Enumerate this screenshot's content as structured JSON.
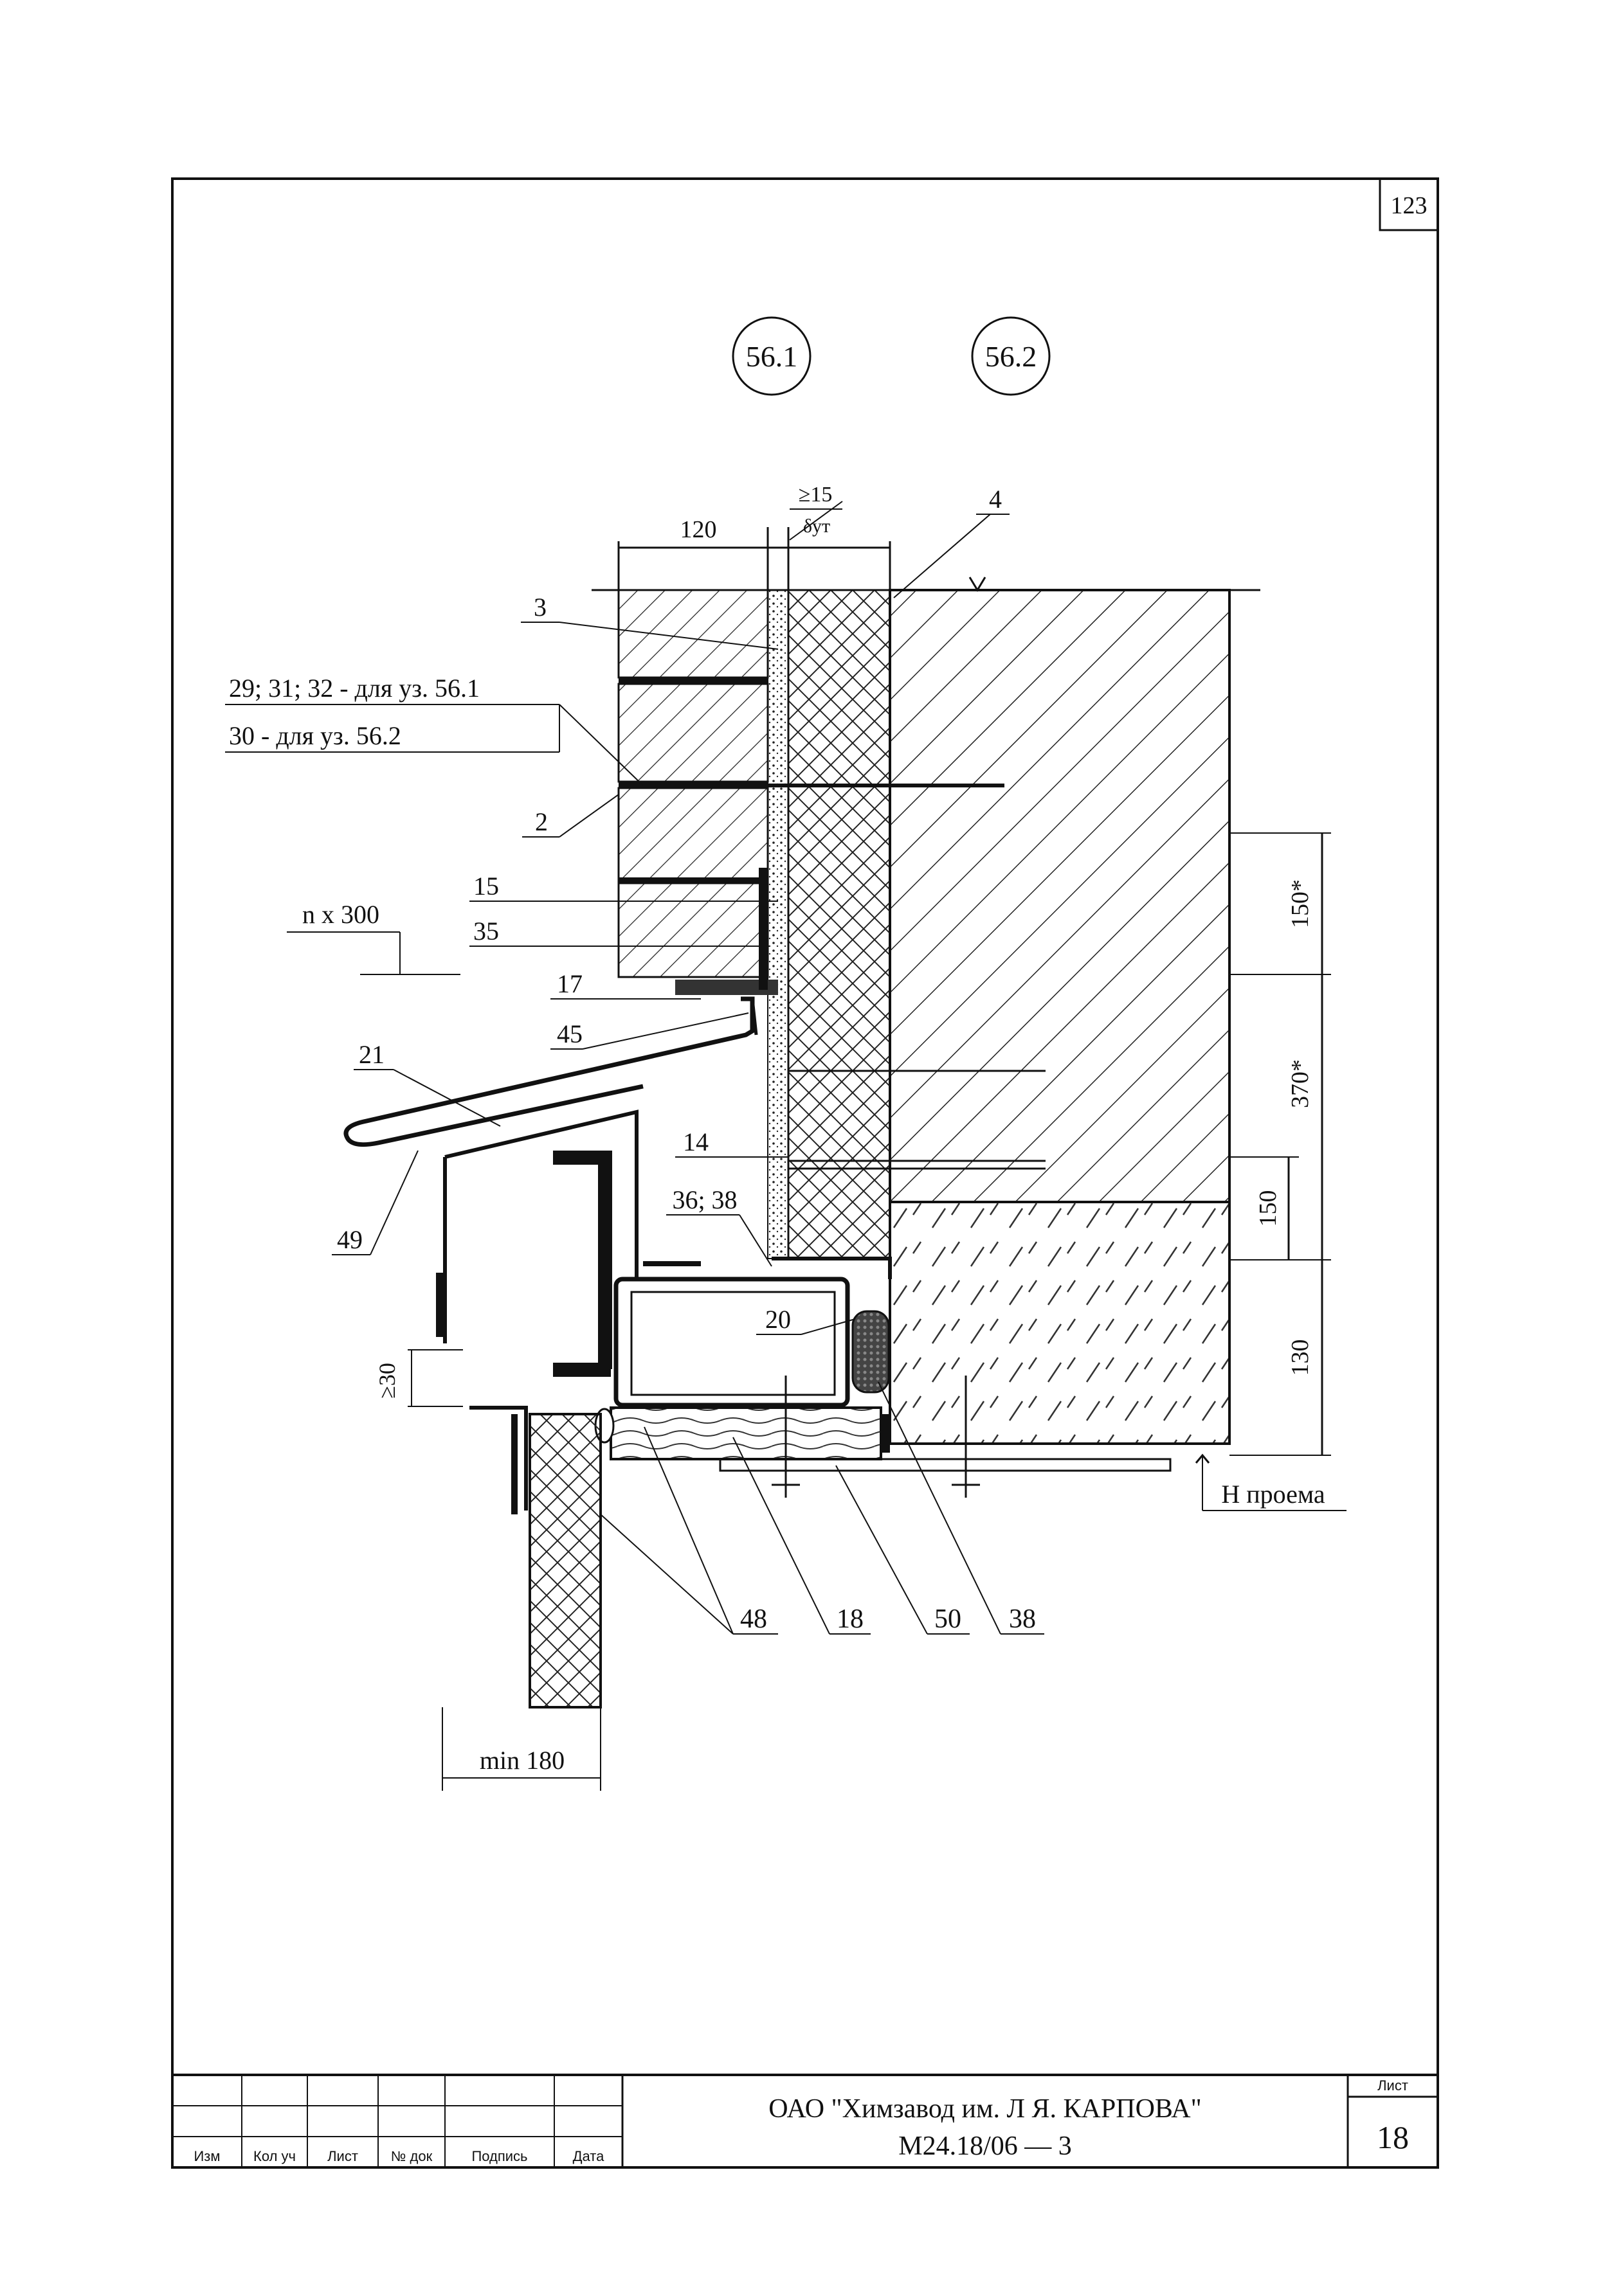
{
  "sheet_corner_number": "123",
  "node_markers": [
    "56.1",
    "56.2"
  ],
  "callouts": {
    "c3": "3",
    "c4": "4",
    "c2": "2",
    "c15": "15",
    "c35": "35",
    "c17": "17",
    "c45": "45",
    "c21": "21",
    "c14": "14",
    "c36_38": "36; 38",
    "c49": "49",
    "c20": "20",
    "c48": "48",
    "c18": "18",
    "c50": "50",
    "c38": "38",
    "note_1": "29; 31; 32 - для уз. 56.1",
    "note_2": "30 - для уз. 56.2",
    "pitch": "n x 300"
  },
  "dimensions": {
    "d120": "120",
    "d15_top": "≥15",
    "d15_bottom": "δут",
    "d150s": "150*",
    "d370s": "370*",
    "d150": "150",
    "d130": "130",
    "d30": "≥30",
    "dmin180": "min 180",
    "level": "Н проема"
  },
  "title_block": {
    "headers": [
      "Изм",
      "Кол уч",
      "Лист",
      "№ док",
      "Подпись",
      "Дата"
    ],
    "company": "ОАО \"Химзавод им. Л Я. КАРПОВА\"",
    "doc_code": "М24.18/06 — 3",
    "sheet_label": "Лист",
    "sheet_number": "18"
  }
}
